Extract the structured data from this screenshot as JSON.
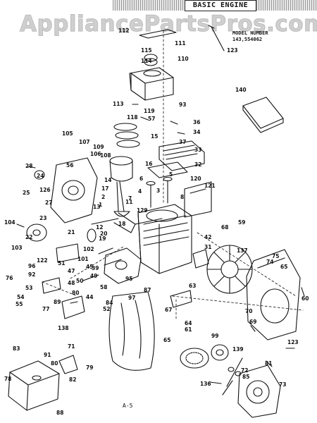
{
  "watermark": "AppliancePartsPros.com",
  "title": "BASIC ENGINE",
  "model_label": "MODEL NUMBER",
  "model_numbers": "143,554062",
  "page_number": "A-5",
  "part_labels": [
    "112",
    "111",
    "110",
    "115",
    "114",
    "123",
    "140",
    "113",
    "118",
    "119",
    "57",
    "93",
    "36",
    "34",
    "15",
    "37",
    "33",
    "105",
    "107",
    "109",
    "106",
    "56",
    "108",
    "32",
    "28",
    "24",
    "16",
    "120",
    "121",
    "6",
    "5",
    "4",
    "25",
    "126",
    "17",
    "14",
    "3",
    "8",
    "2",
    "1",
    "27",
    "23",
    "7",
    "13",
    "129",
    "11",
    "59",
    "104",
    "22",
    "12",
    "21",
    "68",
    "103",
    "18",
    "42",
    "20",
    "19",
    "102",
    "31",
    "137",
    "122",
    "51",
    "101",
    "45",
    "47",
    "39",
    "75",
    "74",
    "65",
    "96",
    "92",
    "48",
    "49",
    "60",
    "76",
    "53",
    "54",
    "55",
    "77",
    "89",
    "50",
    "80",
    "44",
    "58",
    "84",
    "52",
    "95",
    "97",
    "87",
    "63",
    "67",
    "70",
    "69",
    "138",
    "64",
    "61",
    "99",
    "65",
    "123",
    "83",
    "91",
    "80",
    "71",
    "72",
    "85",
    "139",
    "81",
    "78",
    "79",
    "82",
    "88",
    "136",
    "73"
  ]
}
